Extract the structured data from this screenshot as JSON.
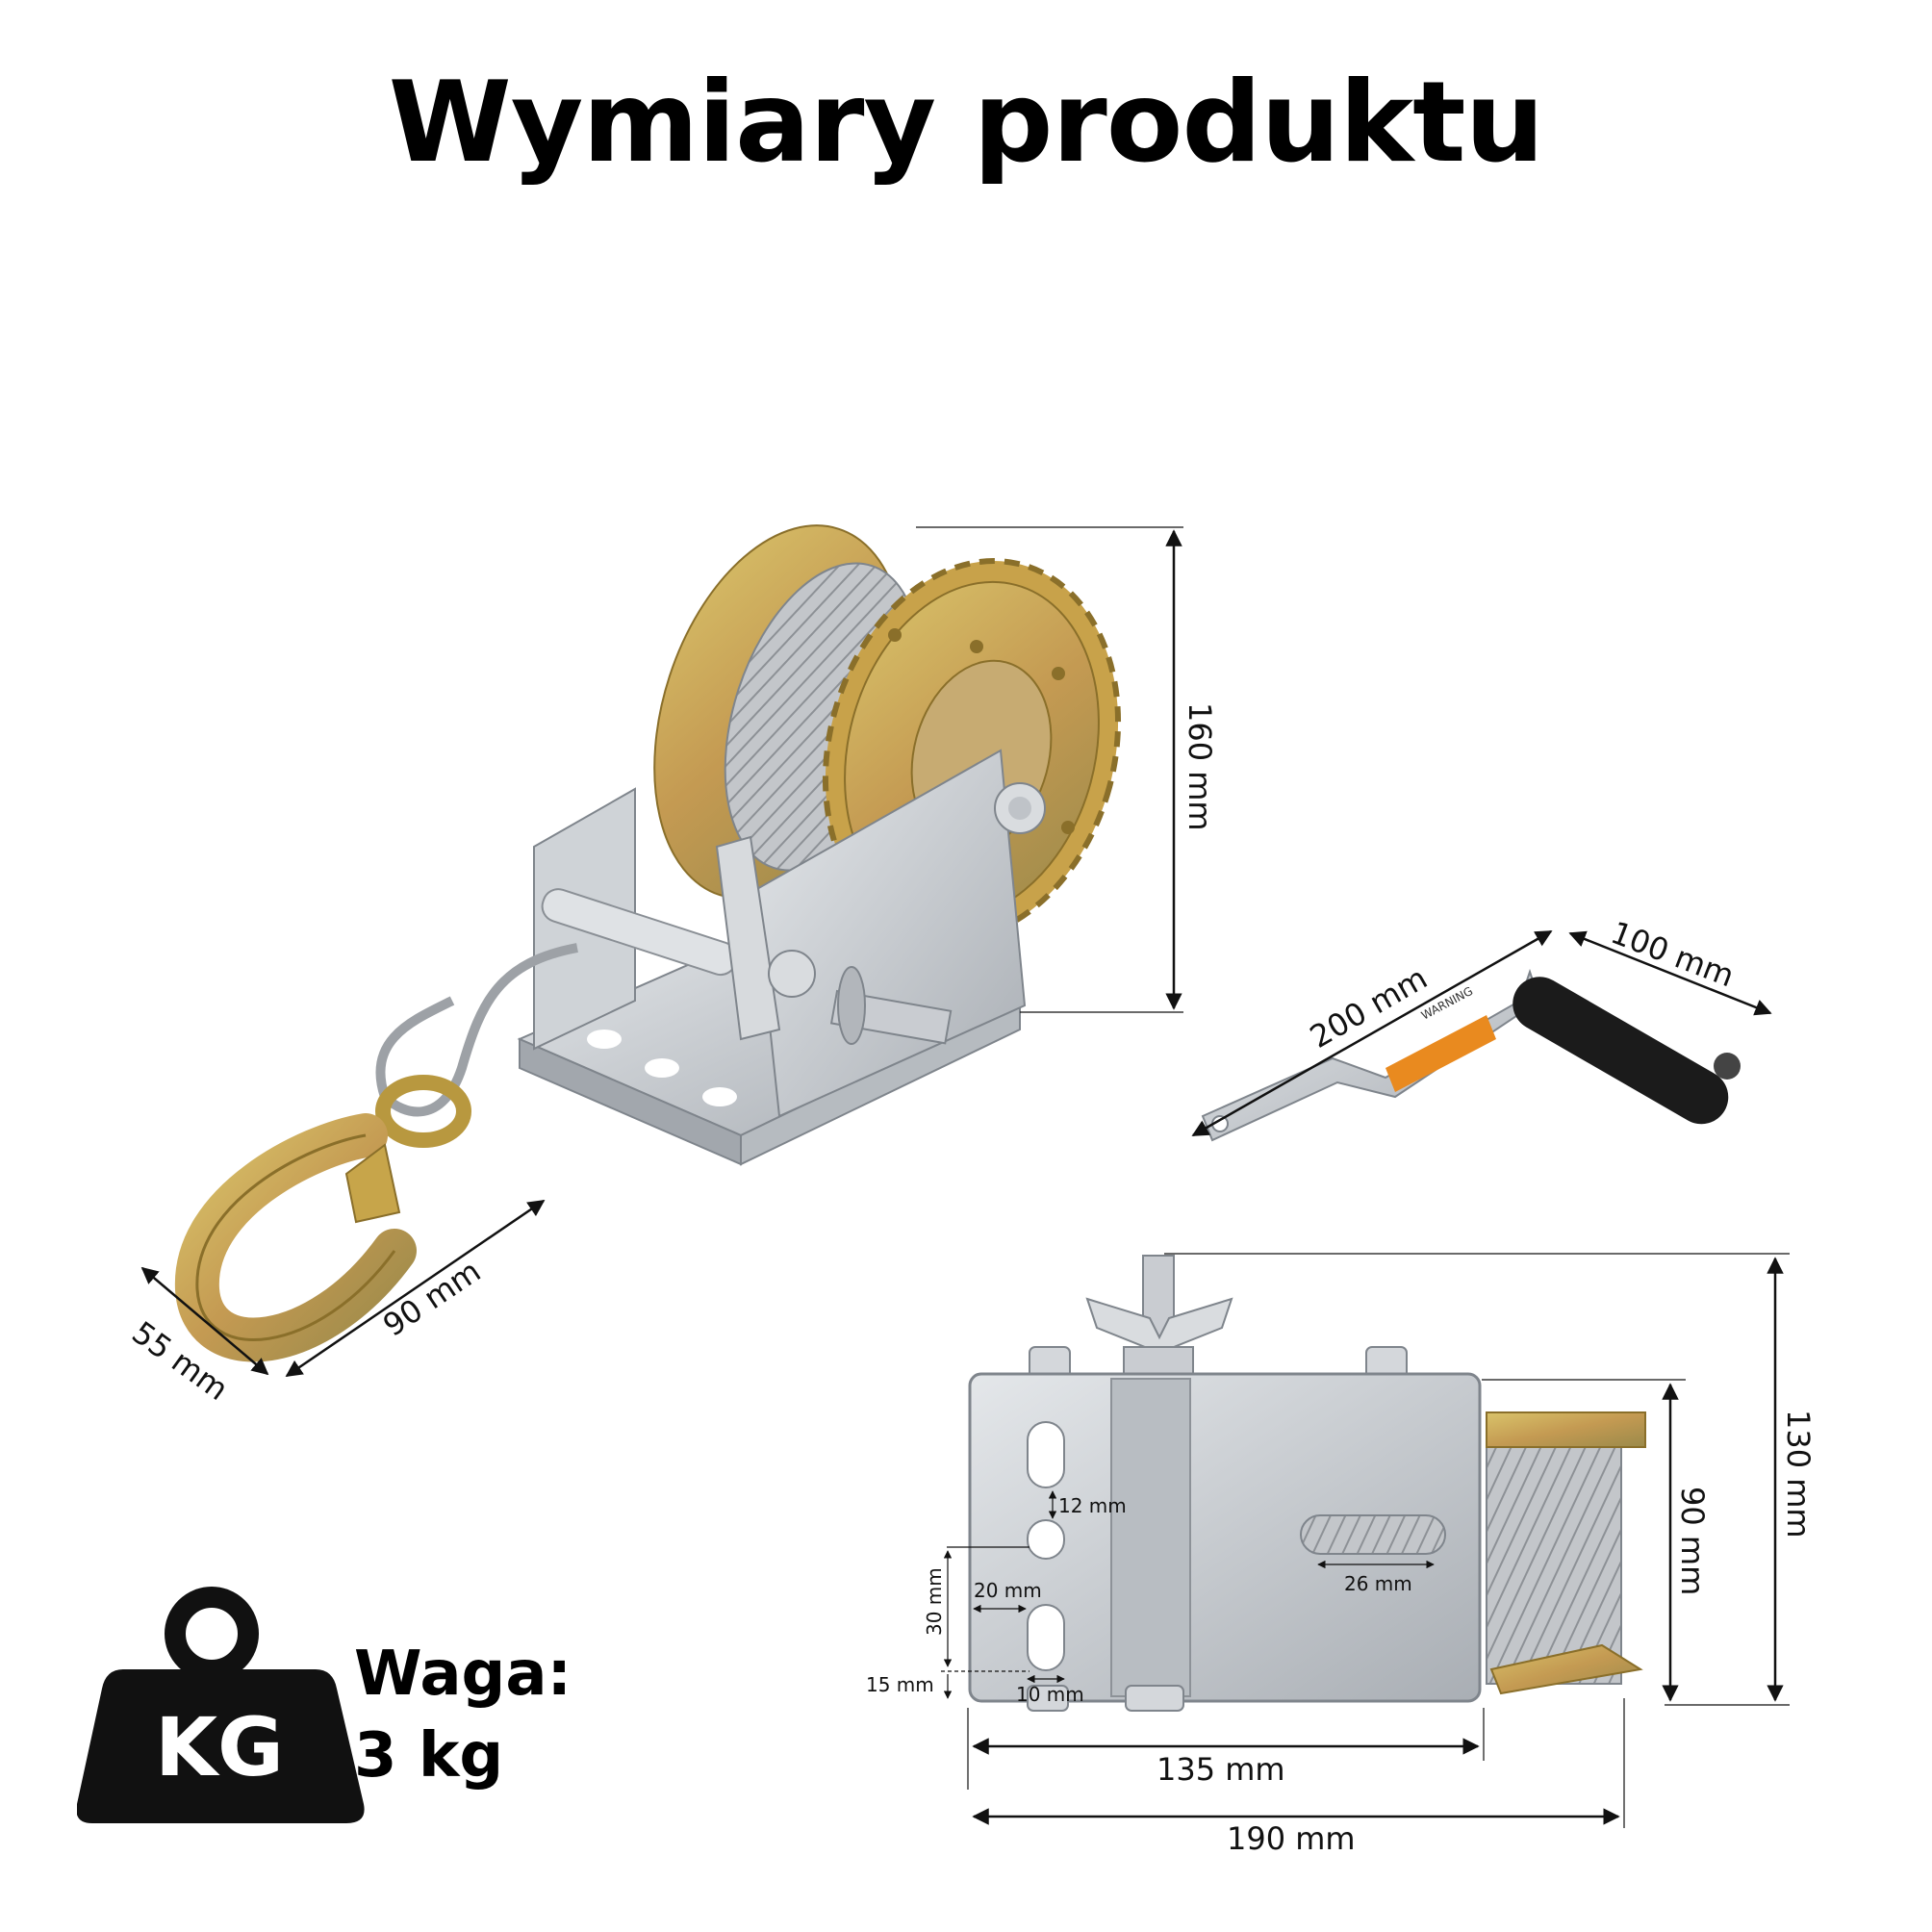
{
  "title": "Wymiary produktu",
  "dimensions": {
    "height_3d": "160 mm",
    "depth": "55 mm",
    "width_3d": "90 mm",
    "handle_length": "200 mm",
    "handle_grip": "100 mm",
    "total_height_top": "130 mm",
    "frame_height_top": "90 mm",
    "frame_width_top": "135 mm",
    "total_width_top": "190 mm",
    "slot_width": "26 mm",
    "hole_spacing": "12 mm",
    "hole_offset": "20 mm",
    "hole_length": "30 mm",
    "edge_offset": "15 mm",
    "hole_width": "10 mm"
  },
  "weight": {
    "icon_text": "KG",
    "label": "Waga:",
    "value": "3 kg"
  },
  "handle_sticker": "WARNING",
  "colors": {
    "steel": "#c9ccd1",
    "steel_dark": "#9aa0a7",
    "gold": "#c9a646",
    "gold_dark": "#a07c2a",
    "cable": "#b9bcc1",
    "grip": "#1b1b1b",
    "sticker": "#e98a1f"
  }
}
